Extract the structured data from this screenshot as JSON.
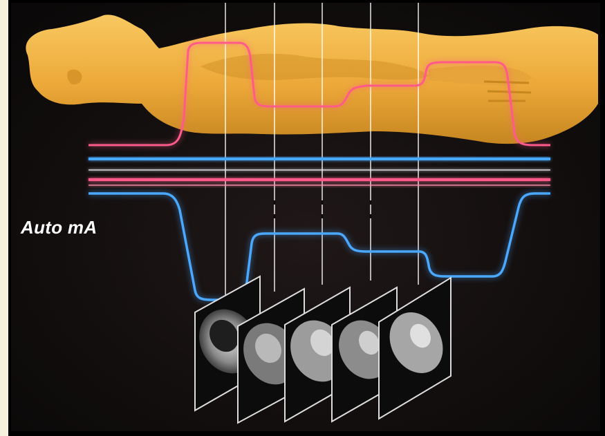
{
  "figure": {
    "label": "Auto mA",
    "colors": {
      "background": "#0e0b0b",
      "body": "#f0b240",
      "body_shadow": "#b57b1c",
      "pink_line": "#ff5a8a",
      "blue_line": "#4aa8ff",
      "marker_line": "#ffffff"
    },
    "illustration": "human-body-outline",
    "marker_count": 5,
    "ct_slice_count": 5
  }
}
